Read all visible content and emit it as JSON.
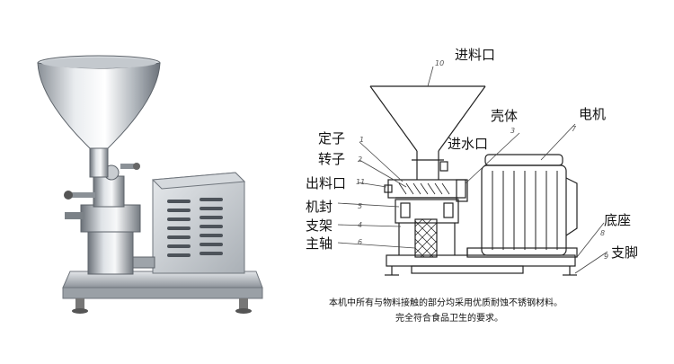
{
  "labels": {
    "feed_inlet": "进料口",
    "housing": "壳体",
    "stator": "定子",
    "rotor": "转子",
    "water_inlet": "进水口",
    "outlet": "出料口",
    "seal": "机封",
    "bracket": "支架",
    "shaft": "主轴",
    "motor": "电机",
    "base": "底座",
    "foot": "支脚"
  },
  "numbers": {
    "n1": "1",
    "n2": "2",
    "n3": "3",
    "n4": "4",
    "n5": "5",
    "n6": "6",
    "n7": "7",
    "n8": "8",
    "n9": "9",
    "n10": "10",
    "n11": "11"
  },
  "caption": {
    "line1": "本机中所有与物料接触的部分均采用优质耐蚀不锈钢材料。",
    "line2": "完全符合食品卫生的要求。"
  },
  "colors": {
    "steel_light": "#eef0f2",
    "steel_mid": "#b9bec4",
    "steel_dark": "#5d636a",
    "line": "#222222"
  }
}
